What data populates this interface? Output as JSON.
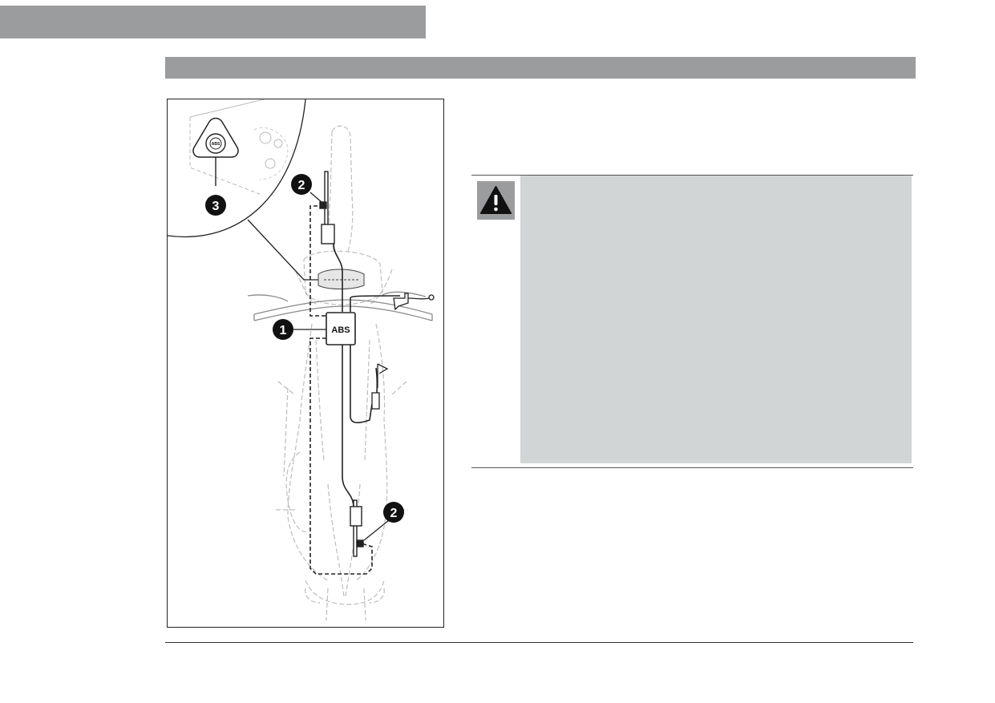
{
  "figure": {
    "abs_unit_label": "ABS",
    "switch_label": "ABS",
    "callouts": [
      "1",
      "2",
      "2",
      "3"
    ]
  },
  "icons": {
    "warning": "warning-triangle-icon"
  },
  "colors": {
    "bars": "#9a9c9e",
    "warning_panel": "#d1d5d6"
  }
}
